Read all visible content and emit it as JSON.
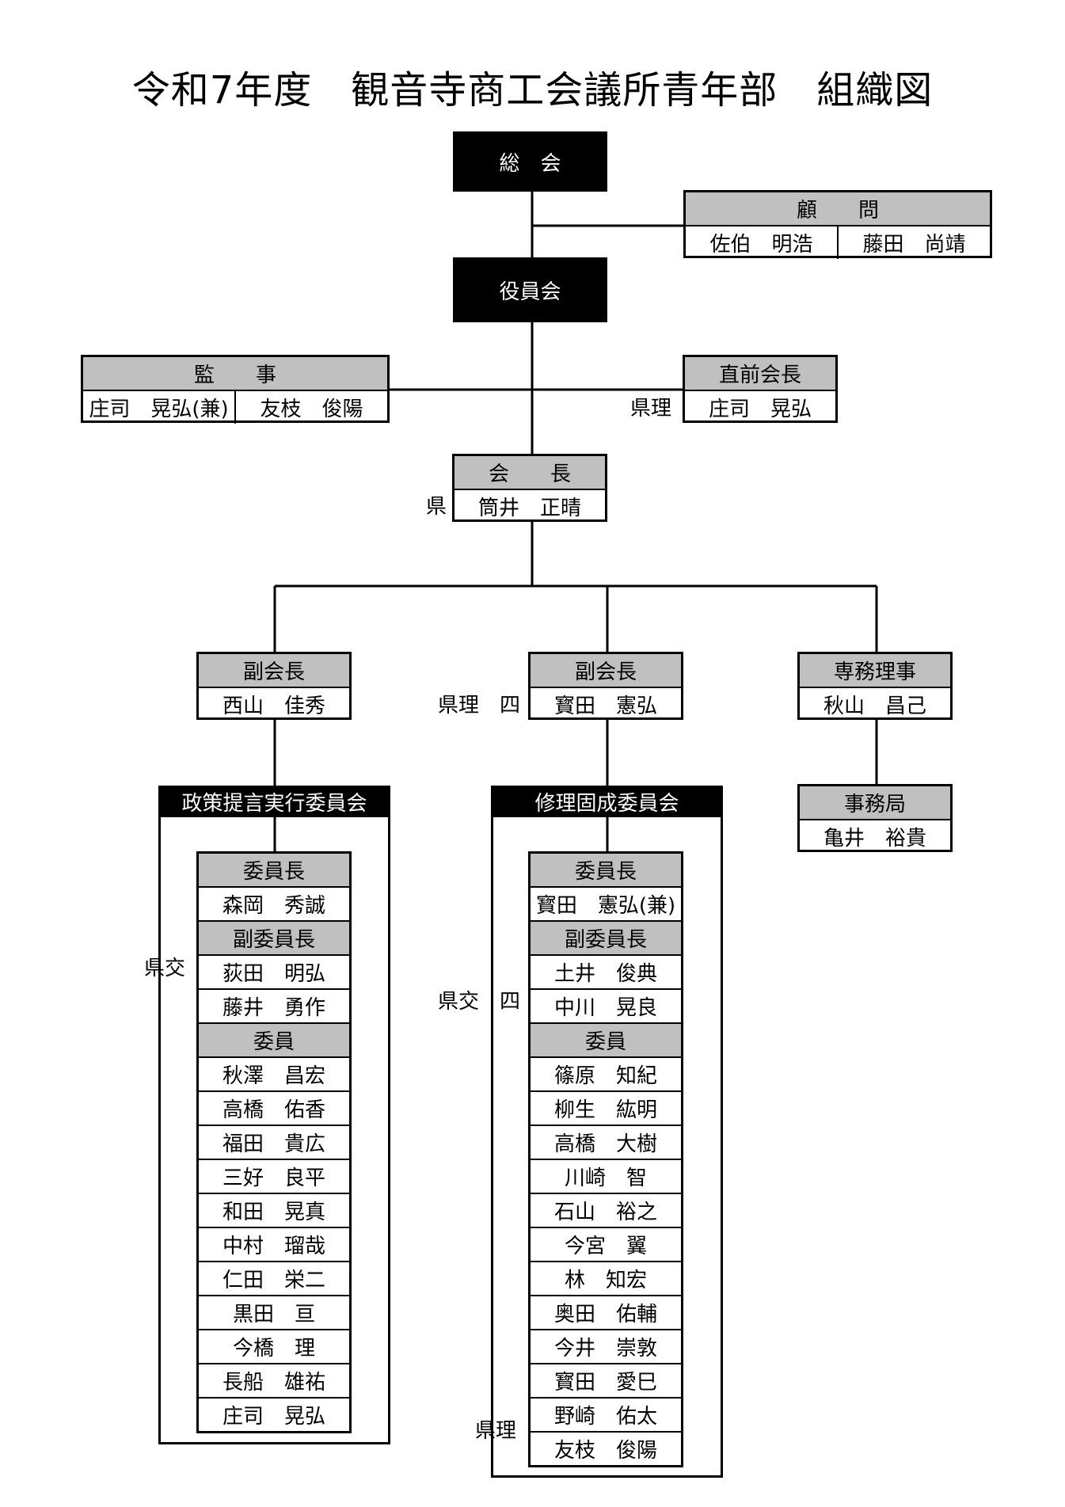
{
  "title": "令和7年度　観音寺商工会議所青年部　組織図",
  "general_meeting": "総　会",
  "board_meeting": "役員会",
  "advisors": {
    "header": "顧　　問",
    "members": [
      "佐伯　明浩",
      "藤田　尚靖"
    ]
  },
  "auditors": {
    "header": "監　　事",
    "members": [
      "庄司　晃弘(兼)",
      "友枝　俊陽"
    ]
  },
  "past_president": {
    "header": "直前会長",
    "name": "庄司　晃弘",
    "tag": "県理"
  },
  "president": {
    "header": "会　　長",
    "name": "筒井　正晴",
    "tag": "県"
  },
  "vice_president_1": {
    "header": "副会長",
    "name": "西山　佳秀"
  },
  "vice_president_2": {
    "header": "副会長",
    "name": "寳田　憲弘",
    "tag": "県理　四"
  },
  "executive_director": {
    "header": "専務理事",
    "name": "秋山　昌己"
  },
  "secretariat": {
    "header": "事務局",
    "name": "亀井　裕貴"
  },
  "committee_1": {
    "title": "政策提言実行委員会",
    "chair_header": "委員長",
    "chair": "森岡　秀誠",
    "vice_header": "副委員長",
    "vice": [
      "荻田　明弘",
      "藤井　勇作"
    ],
    "member_header": "委員",
    "members": [
      "秋澤　昌宏",
      "高橋　佑香",
      "福田　貴広",
      "三好　良平",
      "和田　晃真",
      "中村　瑠哉",
      "仁田　栄二",
      "黒田　亘",
      "今橋　理",
      "長船　雄祐",
      "庄司　晃弘"
    ],
    "tag": "県交"
  },
  "committee_2": {
    "title": "修理固成委員会",
    "chair_header": "委員長",
    "chair": "寳田　憲弘(兼)",
    "vice_header": "副委員長",
    "vice": [
      "土井　俊典",
      "中川　晃良"
    ],
    "member_header": "委員",
    "members": [
      "篠原　知紀",
      "柳生　紘明",
      "高橋　大樹",
      "川崎　智",
      "石山　裕之",
      "今宮　翼",
      "林　知宏",
      "奥田　佑輔",
      "今井　崇敦",
      "寳田　愛巳",
      "野崎　佑太",
      "友枝　俊陽"
    ],
    "tag": "県交　四",
    "last_member_tag": "県理"
  }
}
